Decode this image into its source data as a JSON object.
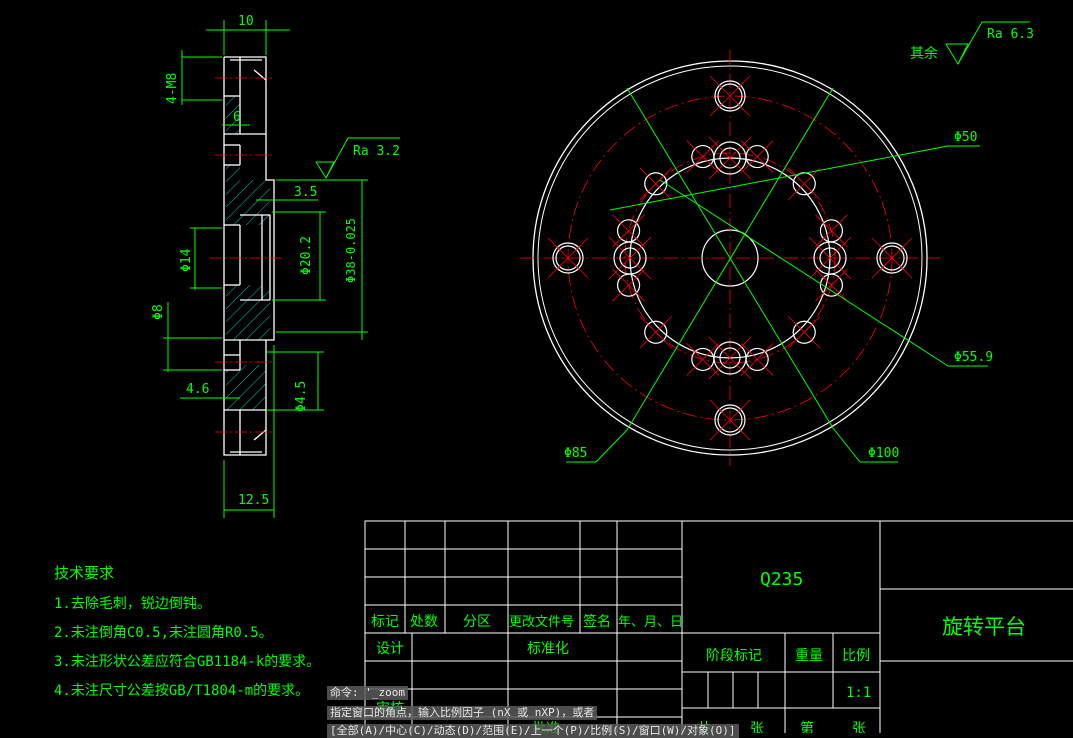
{
  "colors": {
    "background": "#000000",
    "outline": "#ffffff",
    "dimension": "#00ff00",
    "center": "#ff0000",
    "hatch": "#00c8c8"
  },
  "side_view": {
    "dim_top": "10",
    "dim_thread": "4-M8",
    "dim_6": "6",
    "dim_3_5": "3.5",
    "dim_phi14": "Φ14",
    "dim_phi20": "Φ20.2",
    "dim_phi38": "Φ38-0.025",
    "dim_phi8": "Φ8",
    "dim_4_6": "4.6",
    "dim_phi4_5": "Φ4.5",
    "dim_bottom": "12.5",
    "roughness_face": "Ra 3.2"
  },
  "front_view": {
    "dim_phi50": "Φ50",
    "dim_phi55_9": "Φ55.9",
    "dim_phi85": "Φ85",
    "dim_phi100": "Φ100",
    "roughness_rest_label": "其余",
    "roughness_rest": "Ra 6.3"
  },
  "tech_requirements": {
    "title": "技术要求",
    "items": [
      "1.去除毛刺，锐边倒钝。",
      "2.未注倒角C0.5,未注圆角R0.5。",
      "3.未注形状公差应符合GB1184-k的要求。",
      "4.未注尺寸公差按GB/T1804-m的要求。"
    ]
  },
  "title_block": {
    "material": "Q235",
    "part_name": "旋转平台",
    "headers": [
      "标记",
      "处数",
      "分区",
      "更改文件号",
      "签名",
      "年、月、日"
    ],
    "design": "设计",
    "standardize": "标准化",
    "stage_mark": "阶段标记",
    "weight": "重量",
    "scale_label": "比例",
    "scale": "1:1",
    "review": "审核",
    "approve": "批准",
    "total": "共",
    "sheets": "张",
    "sheet_no": "第",
    "sheets2": "张"
  },
  "command_line": {
    "line1": "命令: '_zoom",
    "line2": "指定窗口的角点，输入比例因子 (nX 或 nXP)，或者",
    "line3": "[全部(A)/中心(C)/动态(D)/范围(E)/上一个(P)/比例(S)/窗口(W)/对象(O)]"
  }
}
